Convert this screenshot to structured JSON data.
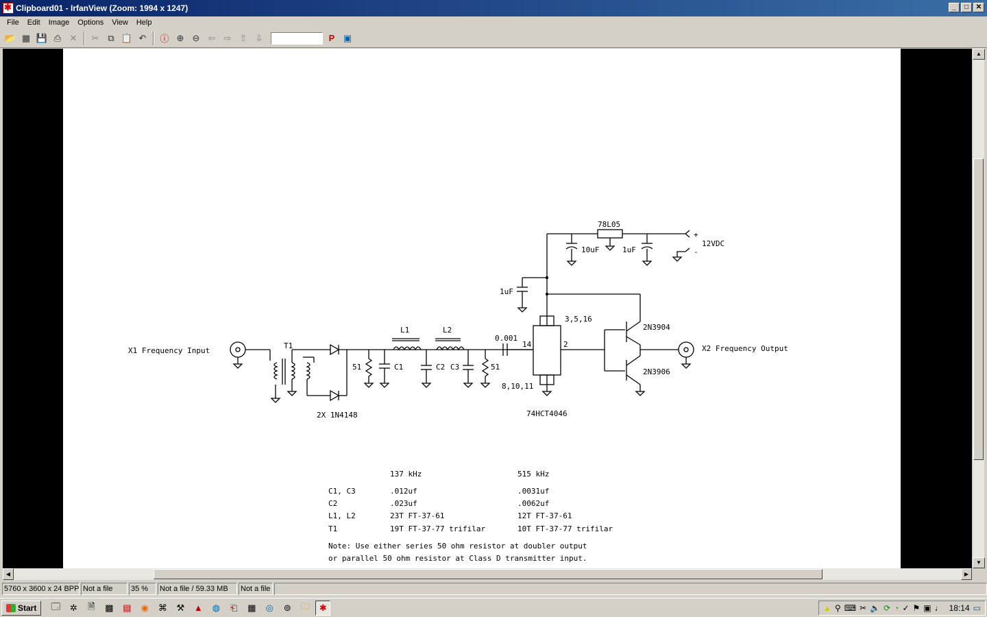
{
  "window": {
    "title": "Clipboard01 - IrfanView (Zoom: 1994 x 1247)",
    "controls": {
      "minimize": "_",
      "maximize": "□",
      "close": "✕"
    }
  },
  "menu": [
    "File",
    "Edit",
    "Image",
    "Options",
    "View",
    "Help"
  ],
  "toolbar": {
    "icons": [
      "open-icon",
      "thumbnails-icon",
      "save-icon",
      "print-icon",
      "delete-icon",
      "cut-icon",
      "copy-icon",
      "paste-icon",
      "undo-icon",
      "info-icon",
      "zoom-in-icon",
      "zoom-out-icon",
      "prev-icon",
      "next-icon",
      "first-icon",
      "last-icon"
    ],
    "input_value": "",
    "p_button": "P"
  },
  "schematic": {
    "labels": {
      "x1": "X1 Frequency Input",
      "t1": "T1",
      "diodes": "2X 1N4148",
      "r1": "51",
      "c1": "C1",
      "l1": "L1",
      "c2": "C2",
      "c3": "C3",
      "l2": "L2",
      "r2": "51",
      "cap_001": "0.001",
      "pin14": "14",
      "pins_top": "3,5,16",
      "pins_bottom": "8,10,11",
      "pin2": "2",
      "ic": "74HCT4046",
      "reg": "78L05",
      "cap10": "10uF",
      "cap1a": "1uF",
      "cap1b": "1uF",
      "vdc": "12VDC",
      "plus": "+",
      "minus": "-",
      "q1": "2N3904",
      "q2": "2N3906",
      "x2": "X2 Frequency Output"
    },
    "table": {
      "headers": [
        "",
        "137 kHz",
        "515 kHz"
      ],
      "rows": [
        [
          "C1, C3",
          ".012uf",
          ".0031uf"
        ],
        [
          "C2",
          ".023uf",
          ".0062uf"
        ],
        [
          "L1, L2",
          "23T FT-37-61",
          "12T FT-37-61"
        ],
        [
          "T1",
          "19T FT-37-77 trifilar",
          "10T FT-37-77 trifilar"
        ]
      ]
    },
    "note": [
      "Note: Use either series 50 ohm resistor at doubler output",
      "or parallel 50 ohm resistor at Class D transmitter input."
    ]
  },
  "status": [
    "5760 x 3600 x 24 BPP",
    "Not a file",
    "35 %",
    "Not a file / 59.33 MB",
    "Not a file"
  ],
  "taskbar": {
    "start": "Start",
    "clock": "18:14"
  }
}
